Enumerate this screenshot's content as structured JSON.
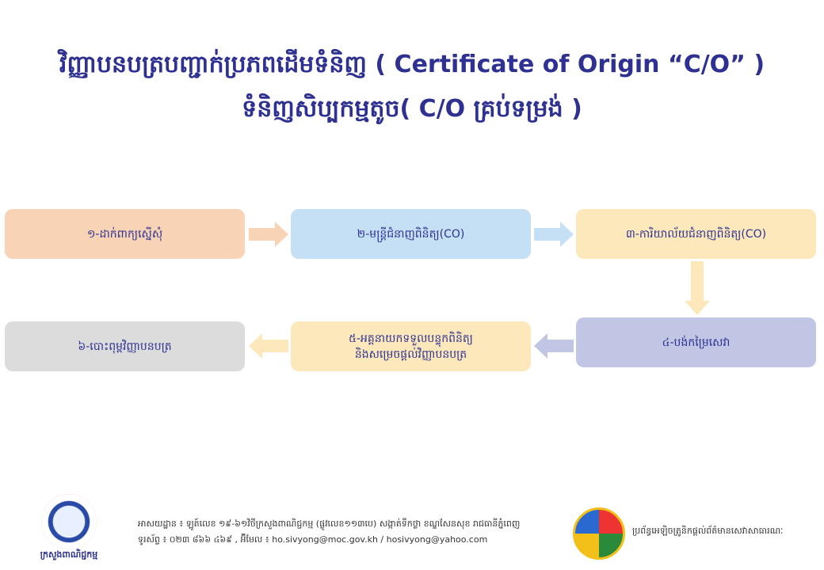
{
  "title": {
    "line1": "វិញ្ញាបនបត្របញ្ជាក់ប្រភពដើមទំនិញ ( Certificate of Origin “C/O” )",
    "line2": "ទំនិញសិប្បកម្មតូច( C/O គ្រប់ទម្រង់ )"
  },
  "steps": [
    {
      "label": "១-ដាក់ពាក្យស្នើសុំ",
      "color": "#f8d3b5"
    },
    {
      "label": "២-មន្ត្រីជំនាញពិនិត្យ(CO)",
      "color": "#c5dff4"
    },
    {
      "label": "៣-ការិយាល័យជំនាញពិនិត្យ(CO)",
      "color": "#fde8bb"
    },
    {
      "label": "៤-បង់កម្រៃសេវា",
      "color": "#c0c6e4"
    },
    {
      "label": "៥-អគ្គនាយកទទួលបន្ទុកពិនិត្យ",
      "label2": "និងសម្រេចផ្តល់វិញ្ញាបនបត្រ",
      "color": "#fde8bb"
    },
    {
      "label": "៦-បោះពុម្ពវិញ្ញាបនបត្រ",
      "color": "#dcdcdc"
    }
  ],
  "footer": {
    "ministry": "ក្រសួងពាណិជ្ជកម្ម",
    "address": "អាសយដ្ឋាន ៖ ឡូត៍លេខ ១៩-៦១វិថីក្រសួងពាណិជ្ជកម្ម (ផ្លូវលេខ១១៣បេ) សង្កាត់ទឹកថ្លា ខណ្ឌសែនសុខ រាជធានីភ្នំពេញ",
    "contact": "ទូរស័ព្ទ ៖ ០២៣ ៨៦៦ ៤៦៩ , អ៊ីមែល ៖ ho.sivyong@moc.gov.kh / hosivyong@yahoo.com",
    "service": "ប្រព័ន្ធអេឡិចត្រូនិកផ្តល់ព័ត៌មានសេវាសាធារណៈ"
  }
}
